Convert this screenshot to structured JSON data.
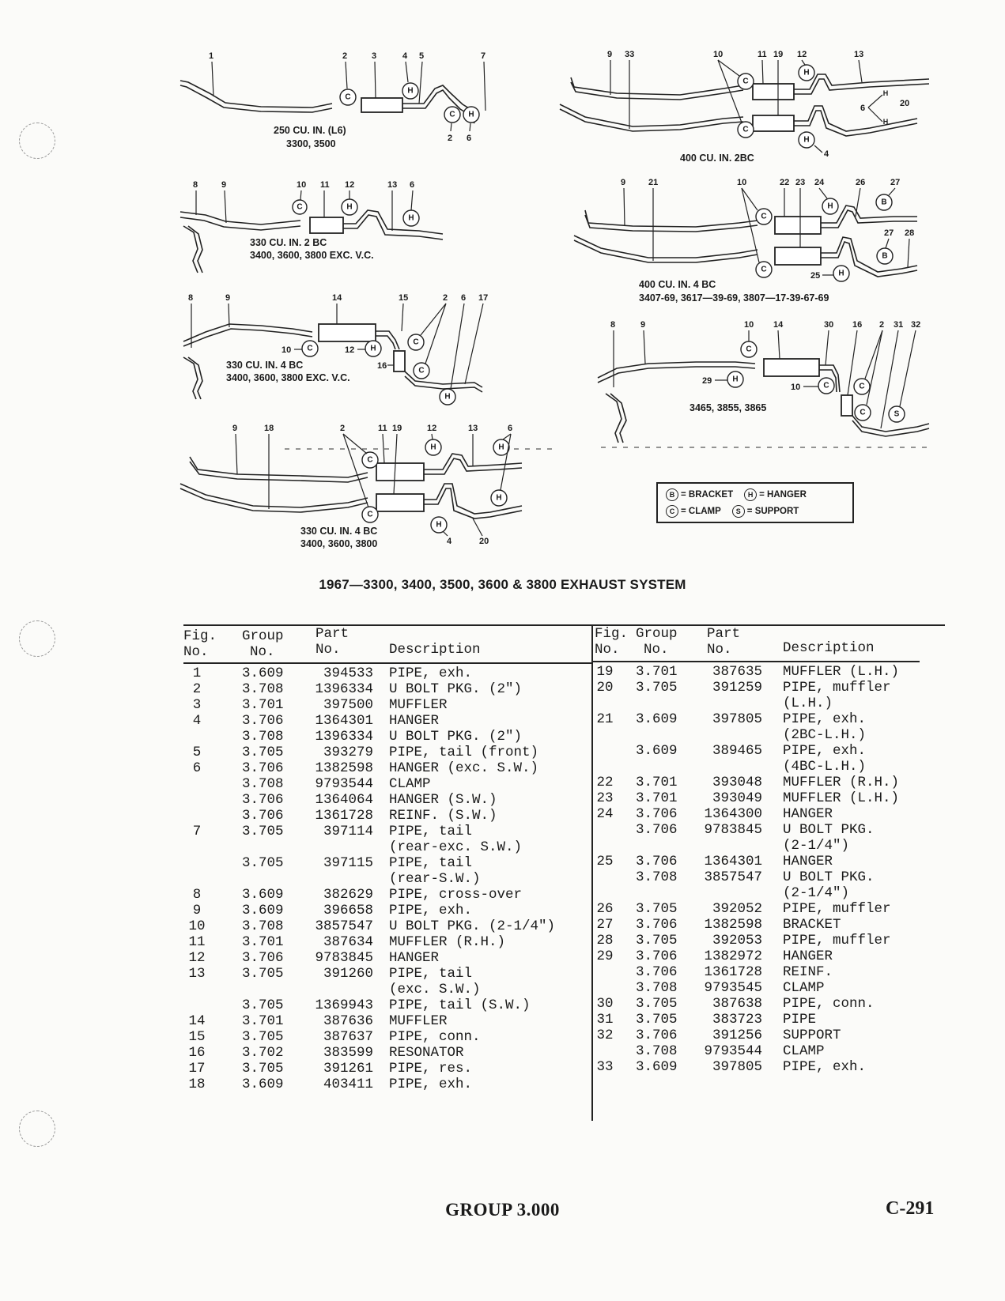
{
  "diagram": {
    "captions": {
      "d1_l1": "250 CU. IN. (L6)",
      "d1_l2": "3300, 3500",
      "d2_l1": "330 CU. IN. 2 BC",
      "d2_l2": "3400, 3600, 3800 EXC. V.C.",
      "d3_l1": "330 CU. IN. 4 BC",
      "d3_l2": "3400, 3600, 3800 EXC. V.C.",
      "d4_l1": "330 CU. IN. 4 BC",
      "d4_l2": "3400, 3600, 3800",
      "d5_l1": "400 CU. IN. 2BC",
      "d6_l1": "400 CU. IN. 4 BC",
      "d6_l2": "3407-69, 3617—39-69, 3807—17-39-67-69",
      "d7_l1": "3465, 3855, 3865"
    },
    "legend": {
      "bracket": "= BRACKET",
      "hanger": "= HANGER",
      "clamp": "= CLAMP",
      "support": "= SUPPORT"
    }
  },
  "title": "1967—3300, 3400, 3500, 3600 & 3800 EXHAUST SYSTEM",
  "table": {
    "headers": {
      "fig_l1": "Fig.",
      "fig_l2": "No.",
      "group_l1": "Group",
      "group_l2": "No.",
      "part_l1": "Part",
      "part_l2": "No.",
      "desc": "Description"
    },
    "left_rows": [
      {
        "fig": "1",
        "group": "3.609",
        "part": "394533",
        "desc": "PIPE, exh."
      },
      {
        "fig": "2",
        "group": "3.708",
        "part": "1396334",
        "desc": "U BOLT PKG. (2\")"
      },
      {
        "fig": "3",
        "group": "3.701",
        "part": "397500",
        "desc": "MUFFLER"
      },
      {
        "fig": "4",
        "group": "3.706",
        "part": "1364301",
        "desc": "HANGER"
      },
      {
        "fig": "",
        "group": "3.708",
        "part": "1396334",
        "desc": "U BOLT PKG. (2\")"
      },
      {
        "fig": "5",
        "group": "3.705",
        "part": "393279",
        "desc": "PIPE, tail (front)"
      },
      {
        "fig": "6",
        "group": "3.706",
        "part": "1382598",
        "desc": "HANGER (exc. S.W.)"
      },
      {
        "fig": "",
        "group": "3.708",
        "part": "9793544",
        "desc": "CLAMP"
      },
      {
        "fig": "",
        "group": "3.706",
        "part": "1364064",
        "desc": "HANGER (S.W.)"
      },
      {
        "fig": "",
        "group": "3.706",
        "part": "1361728",
        "desc": "REINF. (S.W.)"
      },
      {
        "fig": "7",
        "group": "3.705",
        "part": "397114",
        "desc": "PIPE, tail"
      },
      {
        "fig": "",
        "group": "",
        "part": "",
        "desc": "(rear-exc. S.W.)"
      },
      {
        "fig": "",
        "group": "3.705",
        "part": "397115",
        "desc": "PIPE, tail"
      },
      {
        "fig": "",
        "group": "",
        "part": "",
        "desc": "(rear-S.W.)"
      },
      {
        "fig": "8",
        "group": "3.609",
        "part": "382629",
        "desc": "PIPE, cross-over"
      },
      {
        "fig": "9",
        "group": "3.609",
        "part": "396658",
        "desc": "PIPE, exh."
      },
      {
        "fig": "10",
        "group": "3.708",
        "part": "3857547",
        "desc": "U BOLT PKG. (2-1/4\")"
      },
      {
        "fig": "11",
        "group": "3.701",
        "part": "387634",
        "desc": "MUFFLER (R.H.)"
      },
      {
        "fig": "12",
        "group": "3.706",
        "part": "9783845",
        "desc": "HANGER"
      },
      {
        "fig": "13",
        "group": "3.705",
        "part": "391260",
        "desc": "PIPE, tail"
      },
      {
        "fig": "",
        "group": "",
        "part": "",
        "desc": "(exc. S.W.)"
      },
      {
        "fig": "",
        "group": "3.705",
        "part": "1369943",
        "desc": "PIPE, tail (S.W.)"
      },
      {
        "fig": "14",
        "group": "3.701",
        "part": "387636",
        "desc": "MUFFLER"
      },
      {
        "fig": "15",
        "group": "3.705",
        "part": "387637",
        "desc": "PIPE, conn."
      },
      {
        "fig": "16",
        "group": "3.702",
        "part": "383599",
        "desc": "RESONATOR"
      },
      {
        "fig": "17",
        "group": "3.705",
        "part": "391261",
        "desc": "PIPE, res."
      },
      {
        "fig": "18",
        "group": "3.609",
        "part": "403411",
        "desc": "PIPE, exh."
      }
    ],
    "right_rows": [
      {
        "fig": "19",
        "group": "3.701",
        "part": "387635",
        "desc": "MUFFLER (L.H.)"
      },
      {
        "fig": "20",
        "group": "3.705",
        "part": "391259",
        "desc": "PIPE, muffler"
      },
      {
        "fig": "",
        "group": "",
        "part": "",
        "desc": "(L.H.)"
      },
      {
        "fig": "21",
        "group": "3.609",
        "part": "397805",
        "desc": "PIPE, exh."
      },
      {
        "fig": "",
        "group": "",
        "part": "",
        "desc": "(2BC-L.H.)"
      },
      {
        "fig": "",
        "group": "3.609",
        "part": "389465",
        "desc": "PIPE, exh."
      },
      {
        "fig": "",
        "group": "",
        "part": "",
        "desc": "(4BC-L.H.)"
      },
      {
        "fig": "22",
        "group": "3.701",
        "part": "393048",
        "desc": "MUFFLER (R.H.)"
      },
      {
        "fig": "23",
        "group": "3.701",
        "part": "393049",
        "desc": "MUFFLER (L.H.)"
      },
      {
        "fig": "24",
        "group": "3.706",
        "part": "1364300",
        "desc": "HANGER"
      },
      {
        "fig": "",
        "group": "3.706",
        "part": "9783845",
        "desc": "U BOLT PKG."
      },
      {
        "fig": "",
        "group": "",
        "part": "",
        "desc": "(2-1/4\")"
      },
      {
        "fig": "25",
        "group": "3.706",
        "part": "1364301",
        "desc": "HANGER"
      },
      {
        "fig": "",
        "group": "3.708",
        "part": "3857547",
        "desc": "U BOLT PKG."
      },
      {
        "fig": "",
        "group": "",
        "part": "",
        "desc": "(2-1/4\")"
      },
      {
        "fig": "26",
        "group": "3.705",
        "part": "392052",
        "desc": "PIPE, muffler"
      },
      {
        "fig": "27",
        "group": "3.706",
        "part": "1382598",
        "desc": "BRACKET"
      },
      {
        "fig": "28",
        "group": "3.705",
        "part": "392053",
        "desc": "PIPE, muffler"
      },
      {
        "fig": "29",
        "group": "3.706",
        "part": "1382972",
        "desc": "HANGER"
      },
      {
        "fig": "",
        "group": "3.706",
        "part": "1361728",
        "desc": "REINF."
      },
      {
        "fig": "",
        "group": "3.708",
        "part": "9793545",
        "desc": "CLAMP"
      },
      {
        "fig": "30",
        "group": "3.705",
        "part": "387638",
        "desc": "PIPE, conn."
      },
      {
        "fig": "31",
        "group": "3.705",
        "part": "383723",
        "desc": "PIPE"
      },
      {
        "fig": "32",
        "group": "3.706",
        "part": "391256",
        "desc": "SUPPORT"
      },
      {
        "fig": "",
        "group": "3.708",
        "part": "9793544",
        "desc": "CLAMP"
      },
      {
        "fig": "33",
        "group": "3.609",
        "part": "397805",
        "desc": "PIPE, exh."
      }
    ]
  },
  "footer": {
    "group": "GROUP 3.000",
    "page": "C-291"
  }
}
